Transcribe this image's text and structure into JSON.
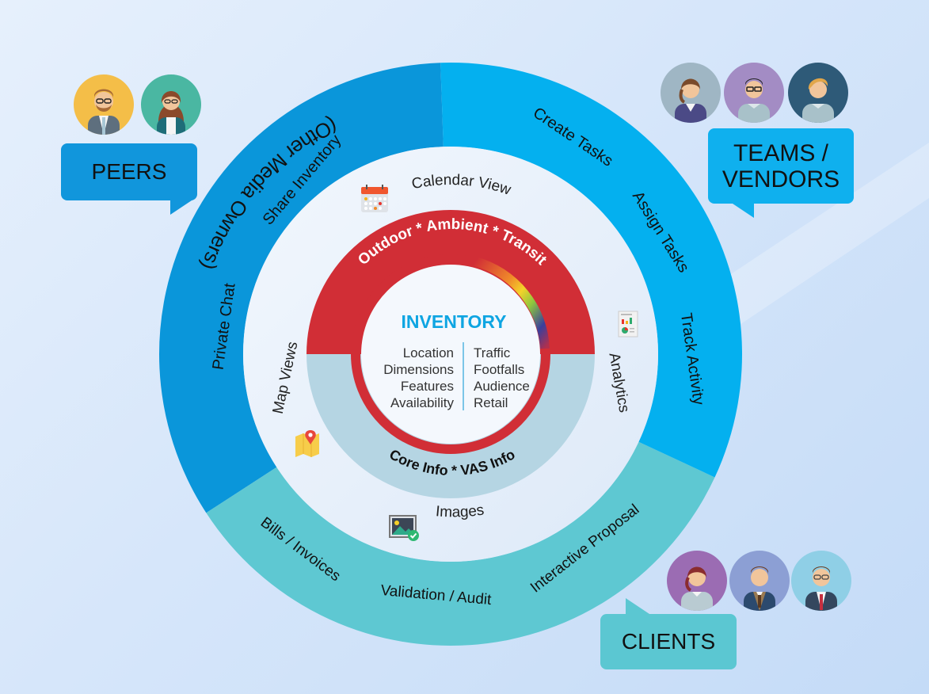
{
  "center": {
    "title": "INVENTORY",
    "core_items": [
      "Location",
      "Dimensions",
      "Features",
      "Availability"
    ],
    "vas_items": [
      "Traffic",
      "Footfalls",
      "Audience",
      "Retail"
    ]
  },
  "middle_ring": {
    "top_label": "Outdoor * Ambient * Transit",
    "bottom_label": "Core Info * VAS Info"
  },
  "feature_ring": {
    "calendar_view": {
      "label": "Calendar View",
      "icon": "calendar-icon"
    },
    "analytics": {
      "label": "Analytics",
      "icon": "report-chart-icon"
    },
    "images": {
      "label": "Images",
      "icon": "image-check-icon"
    },
    "map_views": {
      "label": "Map Views",
      "icon": "map-pin-icon"
    }
  },
  "outer_ring": {
    "peers_segment": {
      "title": "(Other Media Owners)",
      "items": [
        "Share Inventory",
        "Private Chat"
      ]
    },
    "teams_segment": {
      "items": [
        "Create Tasks",
        "Assign Tasks",
        "Track Activity"
      ]
    },
    "clients_segment": {
      "items": [
        "Bills / Invoices",
        "Validation / Audit",
        "Interactive Proposal"
      ]
    }
  },
  "groups": {
    "peers": {
      "label": "PEERS",
      "avatars": [
        "man-beard-glasses",
        "woman-glasses"
      ]
    },
    "teams": {
      "label_line1": "TEAMS /",
      "label_line2": "VENDORS",
      "avatars": [
        "woman-ponytail",
        "man-glasses",
        "man-blond"
      ]
    },
    "clients": {
      "label": "CLIENTS",
      "avatars": [
        "woman-red-hair",
        "man-brown-suit",
        "man-glasses-red-tie"
      ]
    }
  },
  "colors": {
    "peers_ring": "#0a96da",
    "teams_ring": "#04b0ef",
    "clients_ring": "#5ec8d2",
    "red_ring": "#d12e36",
    "core_ring": "#b5d5e3",
    "inventory_title": "#0ea5e2"
  }
}
